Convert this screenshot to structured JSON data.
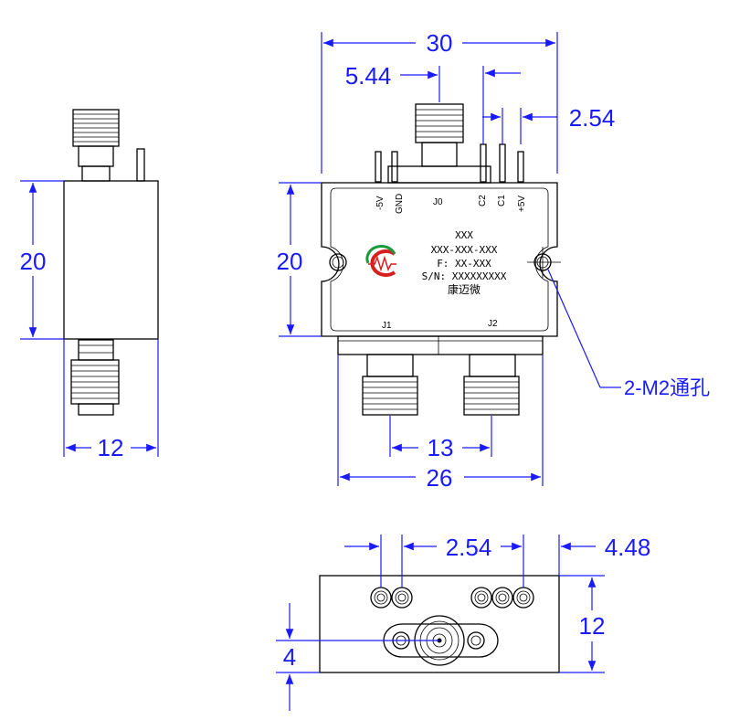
{
  "dimensions": {
    "top_width": "30",
    "top_offset_left": "5.44",
    "top_pin_pitch": "2.54",
    "top_height": "20",
    "side_height": "20",
    "side_width": "12",
    "connector_pitch": "13",
    "bottom_width": "26",
    "rear_pitch_left": "2.54",
    "rear_offset_right": "4.48",
    "rear_height": "12",
    "rear_center_height": "4"
  },
  "pins": {
    "minus5v": "-5V",
    "gnd": "GND",
    "j0": "J0",
    "c2": "C2",
    "c1": "C1",
    "plus5v": "+5V",
    "j1": "J1",
    "j2": "J2"
  },
  "label": {
    "line1": "XXX",
    "line2": "XXX-XXX-XXX",
    "line3": "F: XX-XXX",
    "line4": "S/N: XXXXXXXXX",
    "line5": "康迈微"
  },
  "callout": {
    "mount_holes": "2-M2通孔"
  },
  "colors": {
    "dimension": "#1a1aff",
    "outline": "#000000",
    "logo_red": "#d62020",
    "logo_green": "#1a9a3a"
  }
}
